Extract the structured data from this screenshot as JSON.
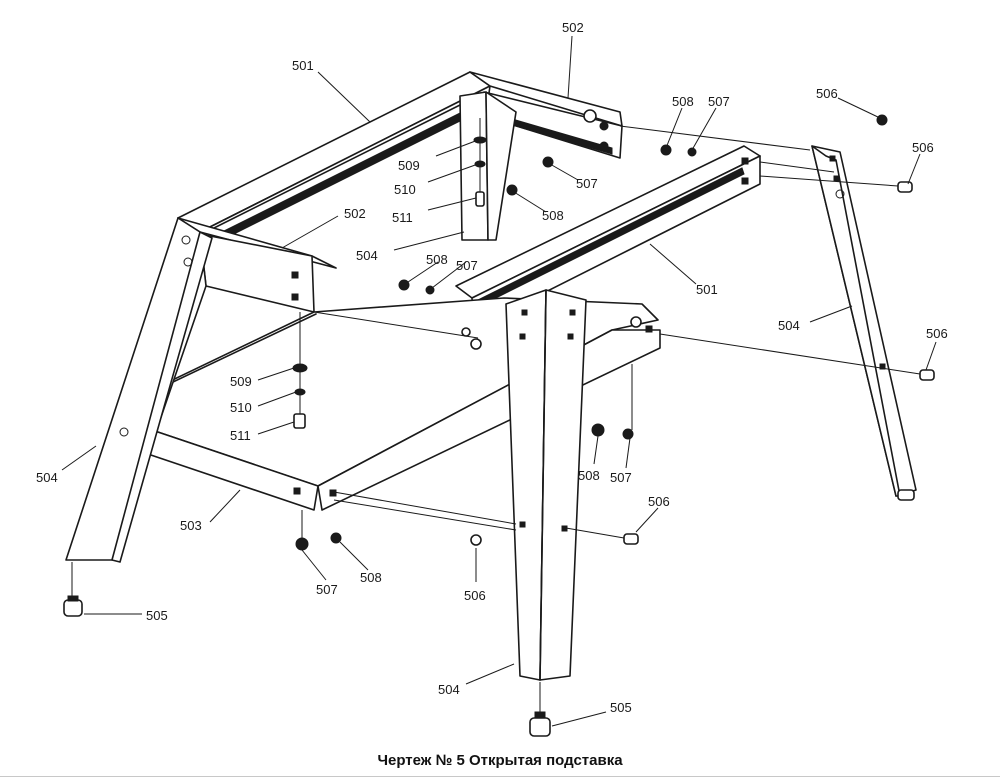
{
  "caption": "Чертеж № 5 Открытая подставка",
  "callouts": {
    "c501a": "501",
    "c501b": "501",
    "c502a": "502",
    "c502b": "502",
    "c503": "503",
    "c504a": "504",
    "c504b": "504",
    "c504c": "504",
    "c504d": "504",
    "c505a": "505",
    "c505b": "505",
    "c506a": "506",
    "c506b": "506",
    "c506c": "506",
    "c506d": "506",
    "c506e": "506",
    "c507a": "507",
    "c507b": "507",
    "c507c": "507",
    "c507d": "507",
    "c507e": "507",
    "c508a": "508",
    "c508b": "508",
    "c508c": "508",
    "c508d": "508",
    "c508e": "508",
    "c509a": "509",
    "c509b": "509",
    "c510a": "510",
    "c510b": "510",
    "c511a": "511",
    "c511b": "511"
  }
}
